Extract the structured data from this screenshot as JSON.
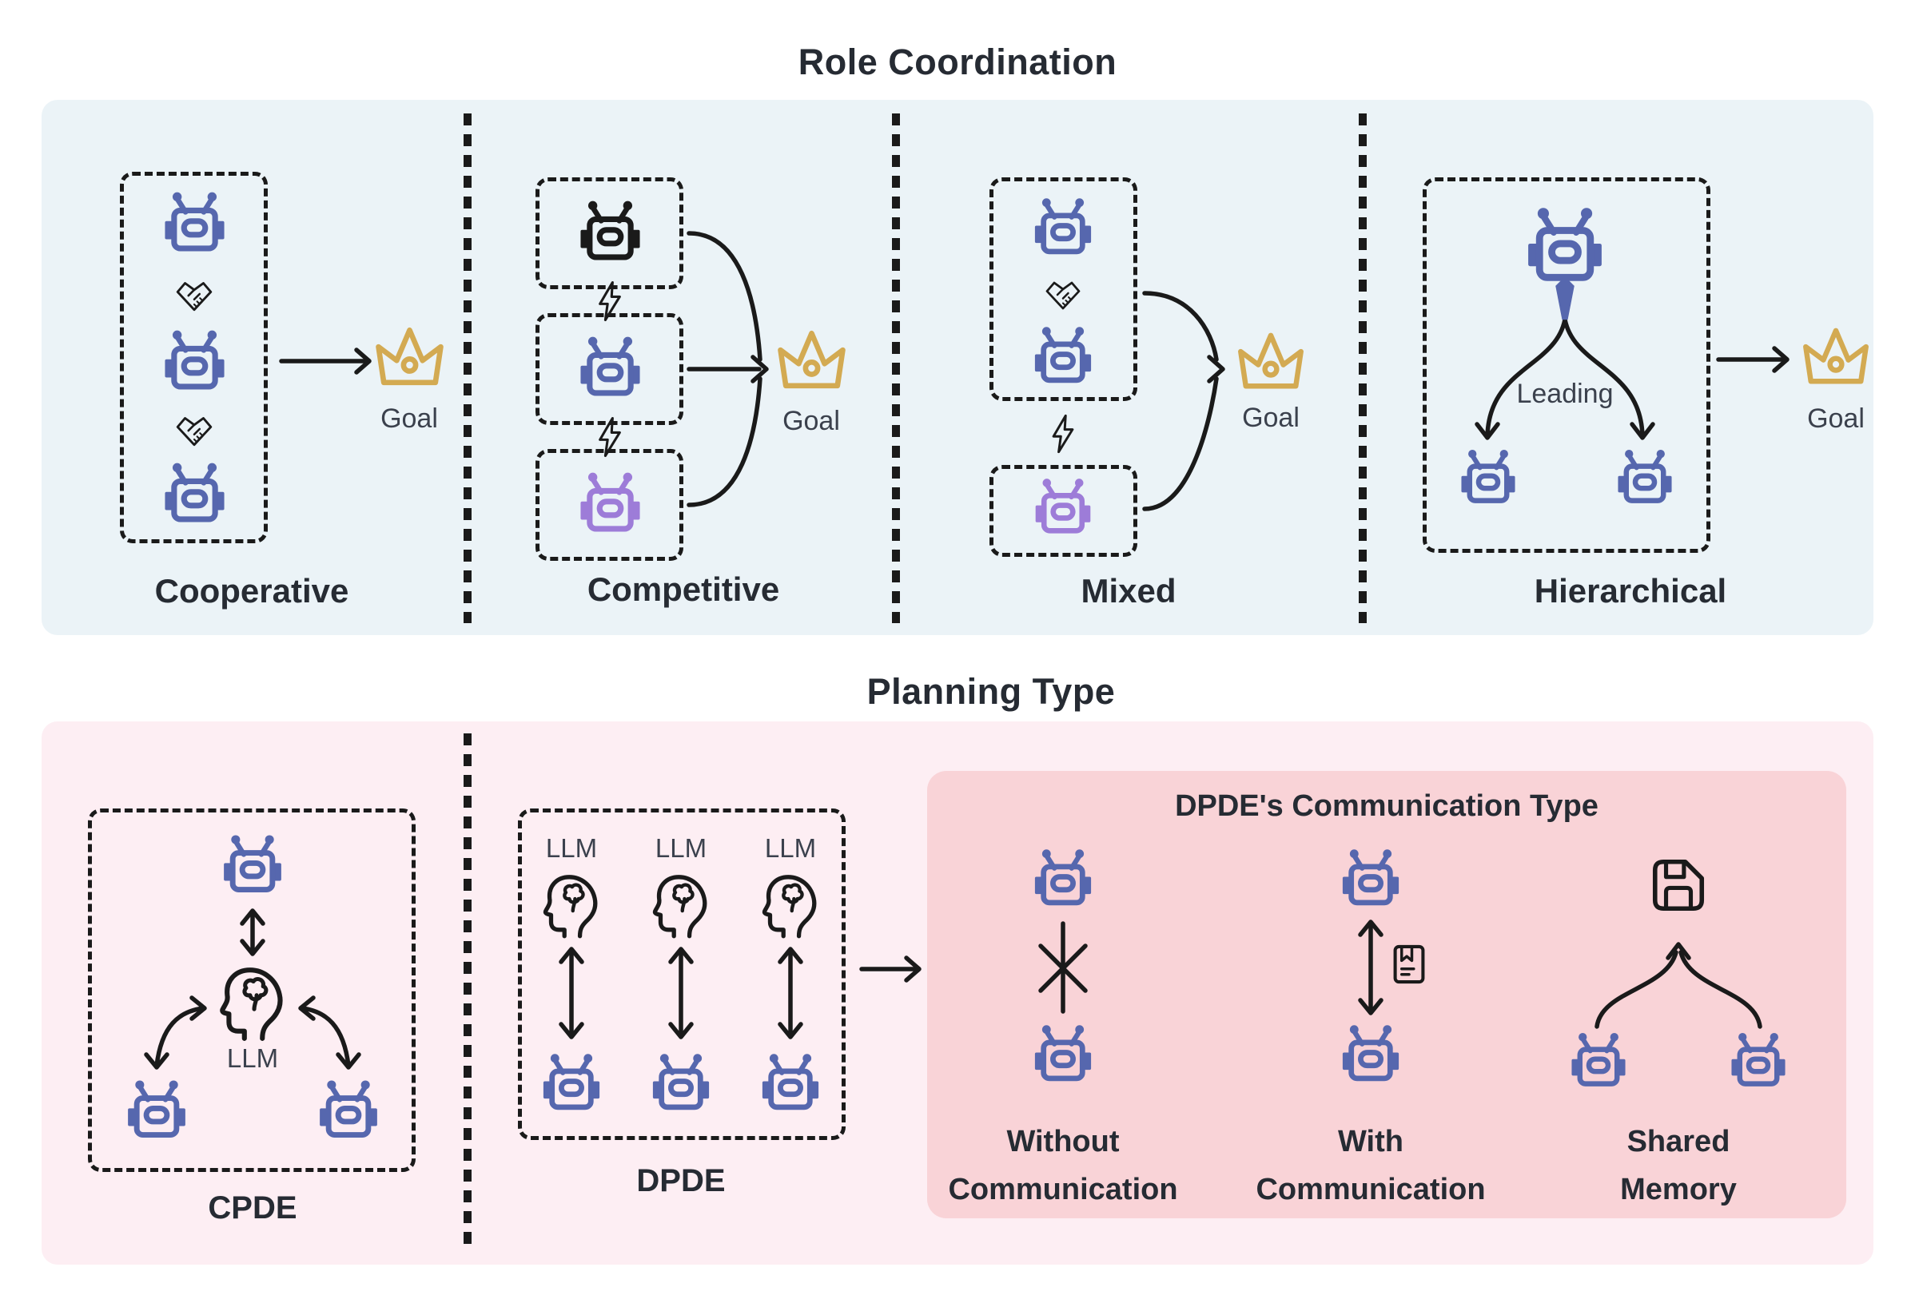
{
  "titles": {
    "role": "Role Coordination",
    "planning": "Planning Type"
  },
  "role": {
    "cooperative_label": "Cooperative",
    "competitive_label": "Competitive",
    "mixed_label": "Mixed",
    "hierarchical_label": "Hierarchical",
    "goal_label": "Goal",
    "leading_label": "Leading"
  },
  "planning": {
    "cpde_label": "CPDE",
    "dpde_label": "DPDE",
    "llm_label": "LLM",
    "comm_panel_title": "DPDE's Communication Type",
    "comm_types": [
      {
        "line1": "Without",
        "line2": "Communication"
      },
      {
        "line1": "With",
        "line2": "Communication"
      },
      {
        "line1": "Shared",
        "line2": "Memory"
      }
    ]
  },
  "icons": {
    "agent": "robot-icon",
    "leader": "robot-with-tie-icon",
    "cooperation": "handshake-icon",
    "conflict": "lightning-icon",
    "goal": "crown-icon",
    "llm": "head-brain-icon",
    "shared_memory": "floppy-disk-icon",
    "message": "note-icon",
    "no_communication": "crossed-line-icon"
  },
  "colors": {
    "agent_blue": "#5667ae",
    "agent_purple": "#9d7cd8",
    "agent_black": "#1a1a1a",
    "goal_gold": "#d3aa52",
    "panel_top_bg": "#ebf3f7",
    "panel_bottom_bg": "#fdeef3",
    "panel_inner_bg": "#f9d3d7",
    "text_dark": "#262b33",
    "text_soft": "#3b414d"
  }
}
